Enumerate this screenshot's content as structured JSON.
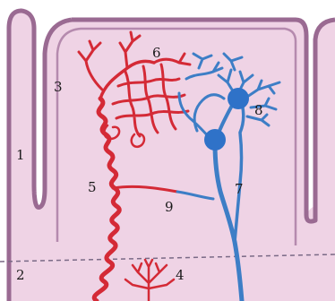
{
  "labels": {
    "l1": "1",
    "l2": "2",
    "l3": "3",
    "l4": "4",
    "l5": "5",
    "l6": "6",
    "l7": "7",
    "l8": "8",
    "l9": "9"
  },
  "colors": {
    "background": "#ffffff",
    "tissue": "#efd3e5",
    "epithelium": "#9a6a92",
    "artery": "#d42a36",
    "vein": "#3d7ec6",
    "vein_node": "#2f72c8",
    "dashed_line": "#7a6a86"
  }
}
